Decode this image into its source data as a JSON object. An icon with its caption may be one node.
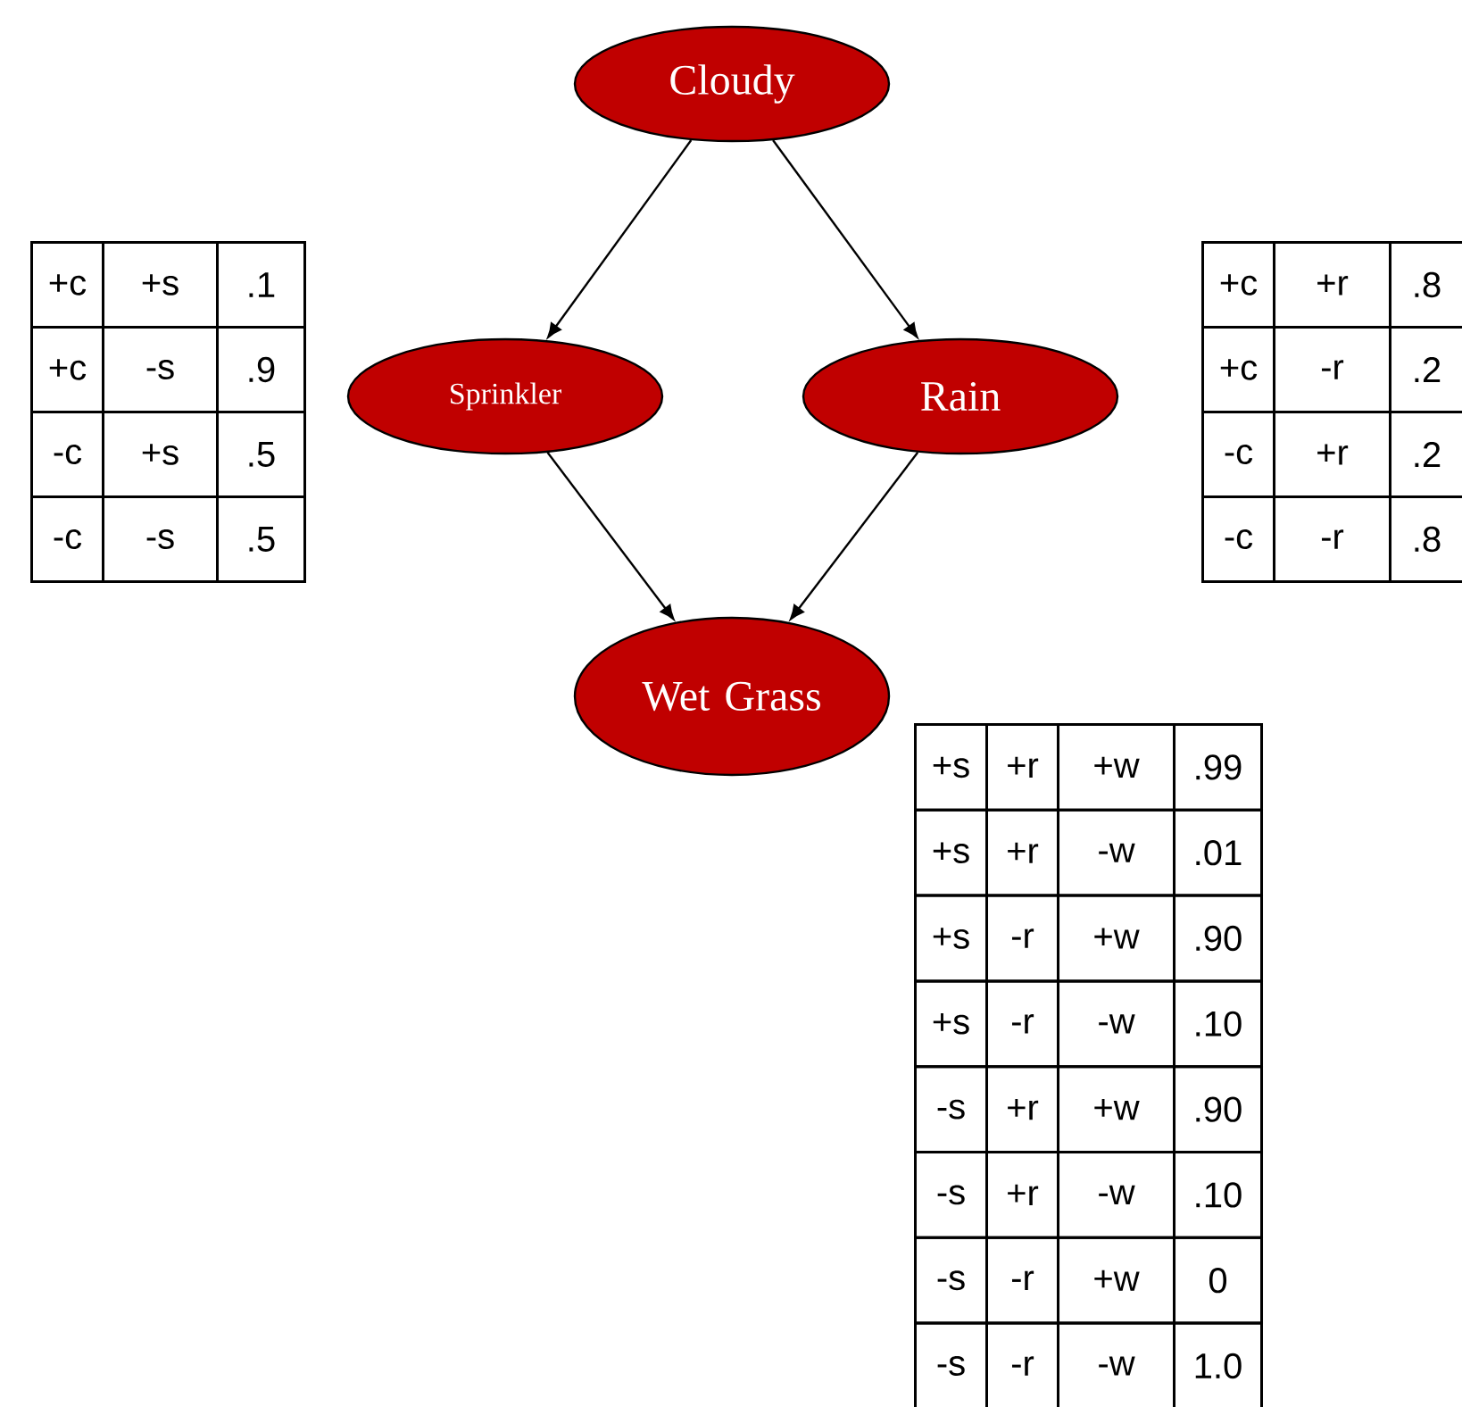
{
  "diagram": {
    "nodes": [
      {
        "text": [
          "Cloudy"
        ]
      },
      {
        "text": [
          "Sprinkler"
        ]
      },
      {
        "text": [
          "Rain"
        ]
      },
      {
        "text": [
          "Wet Grass"
        ]
      }
    ],
    "edges": [
      {
        "from": 0,
        "to": 1,
        "arrow": "to"
      },
      {
        "from": 0,
        "to": 2,
        "arrow": "to"
      },
      {
        "from": 1,
        "to": 3,
        "arrow": "to"
      },
      {
        "from": 2,
        "to": 3,
        "arrow": "to"
      }
    ],
    "labels": [
      "+c",
      "+s",
      ".1",
      "+c",
      "-s",
      ".9",
      "-c",
      "+s",
      ".5",
      "-c",
      "-s",
      ".5",
      "+c",
      "+r",
      ".8",
      "+c",
      "-r",
      ".2",
      "-c",
      "+r",
      ".2",
      "-c",
      "-r",
      ".8",
      "+s",
      "+r",
      "+w",
      ".99",
      "+s",
      "+r",
      "-w",
      ".01",
      "+s",
      "-r",
      "+w",
      ".90",
      "+s",
      "-r",
      "-w",
      ".10",
      "-s",
      "+r",
      "+w",
      ".90",
      "-s",
      "+r",
      "-w",
      ".10",
      "-s",
      "-r",
      "+w",
      "0",
      "-s",
      "-r",
      "-w",
      "1.0"
    ]
  }
}
